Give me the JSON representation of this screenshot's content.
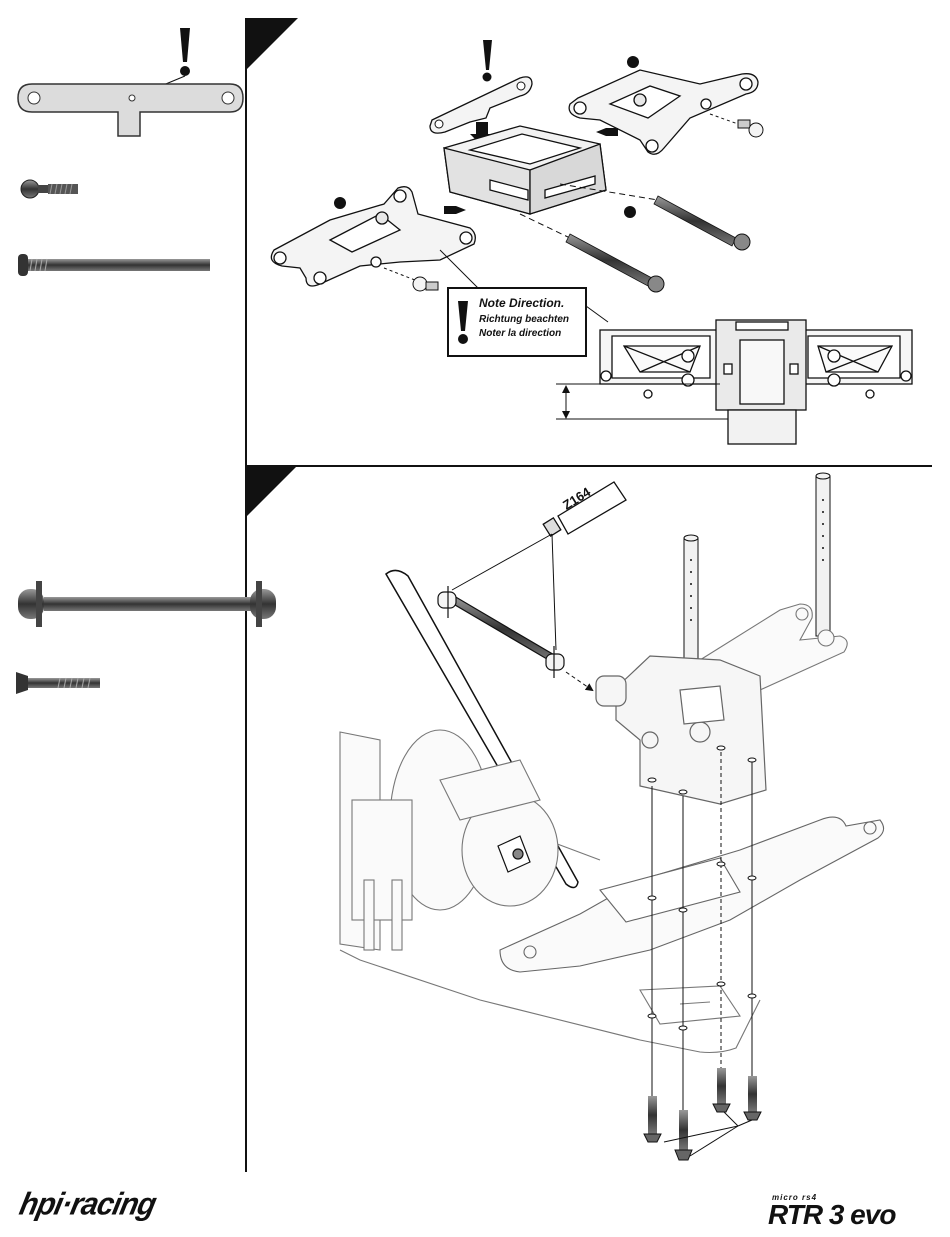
{
  "note": {
    "title": "Note Direction.",
    "german": "Richtung beachten",
    "french": "Noter la direction"
  },
  "tube_label": "Z164",
  "logos": {
    "hpi": "hpi·racing",
    "rtr_small": "micro rs4",
    "rtr": "RTR 3 evo"
  },
  "icons": [
    "exclamation-icon",
    "arrow-icon"
  ],
  "colors": {
    "ink": "#111111",
    "part_fill": "#e6e6e6",
    "metal": "#555555"
  }
}
